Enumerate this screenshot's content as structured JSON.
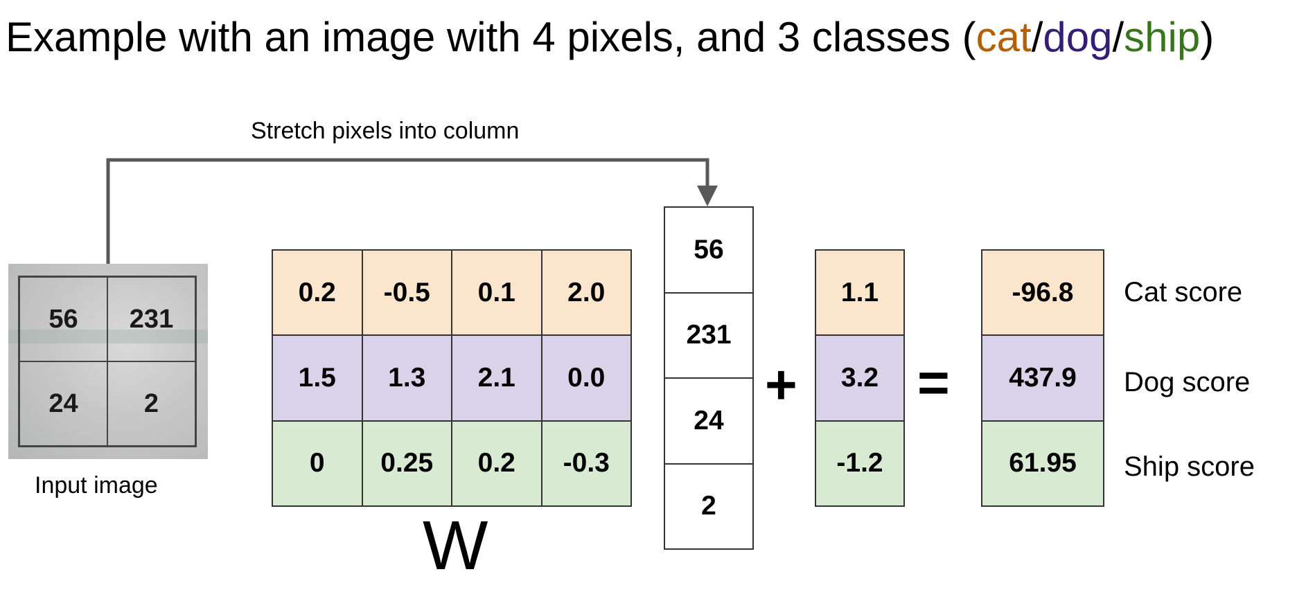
{
  "title": {
    "prefix": "Example with an image with 4 pixels, and 3 classes (",
    "cat": "cat",
    "sep1": "/",
    "dog": "dog",
    "sep2": "/",
    "ship": "ship",
    "suffix": ")"
  },
  "colors": {
    "cat_text": "#b45f06",
    "dog_text": "#351c75",
    "ship_text": "#38761d",
    "cat_fill": "#fce5cd",
    "dog_fill": "#d9d2e9",
    "ship_fill": "#d9ead3"
  },
  "arrow": {
    "label": "Stretch pixels into column"
  },
  "input_image": {
    "label": "Input image",
    "pixels": [
      "56",
      "231",
      "24",
      "2"
    ]
  },
  "weights": {
    "label": "W",
    "rows": [
      [
        "0.2",
        "-0.5",
        "0.1",
        "2.0"
      ],
      [
        "1.5",
        "1.3",
        "2.1",
        "0.0"
      ],
      [
        "0",
        "0.25",
        "0.2",
        "-0.3"
      ]
    ]
  },
  "pixel_column": [
    "56",
    "231",
    "24",
    "2"
  ],
  "operators": {
    "plus": "+",
    "equals": "="
  },
  "bias": [
    "1.1",
    "3.2",
    "-1.2"
  ],
  "scores": [
    "-96.8",
    "437.9",
    "61.95"
  ],
  "score_labels": [
    "Cat score",
    "Dog score",
    "Ship score"
  ]
}
